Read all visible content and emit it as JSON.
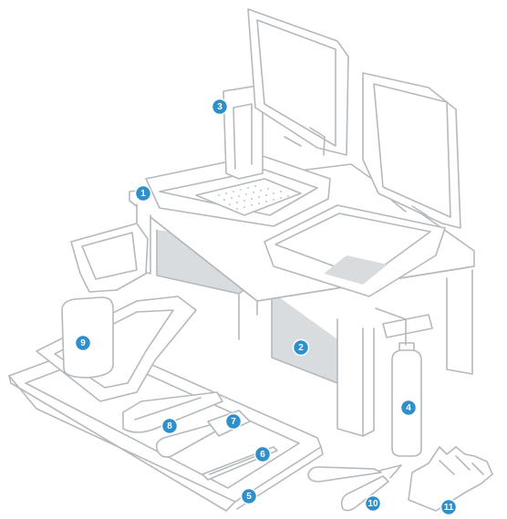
{
  "colors": {
    "badge": "#2f8fcb",
    "line": "#b4b9bd",
    "shade": "#d9dcde"
  },
  "callouts": [
    {
      "label": "1"
    },
    {
      "label": "2"
    },
    {
      "label": "3"
    },
    {
      "label": "4"
    },
    {
      "label": "5"
    },
    {
      "label": "6"
    },
    {
      "label": "7"
    },
    {
      "label": "8"
    },
    {
      "label": "9"
    },
    {
      "label": "10"
    },
    {
      "label": "11"
    }
  ]
}
